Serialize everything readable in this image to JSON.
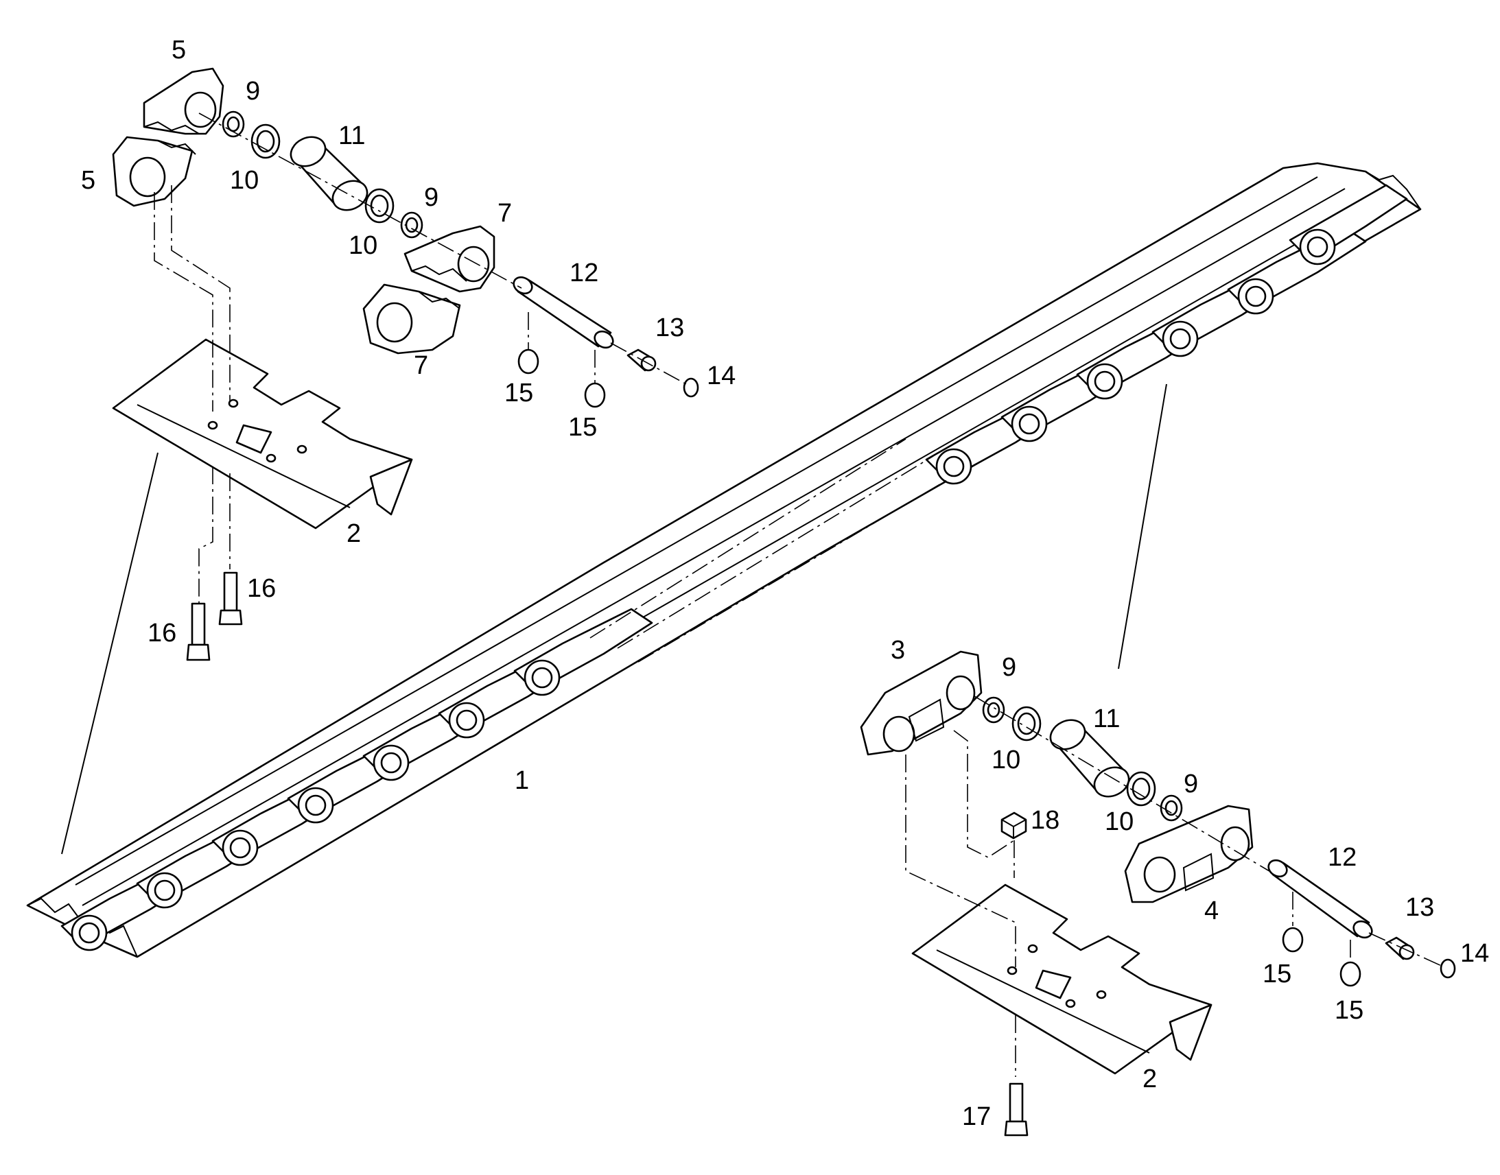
{
  "labels": {
    "l1": "1",
    "l2a": "2",
    "l2b": "2",
    "l3": "3",
    "l4": "4",
    "l5a": "5",
    "l5b": "5",
    "l7a": "7",
    "l7b": "7",
    "l9a": "9",
    "l9b": "9",
    "l9c": "9",
    "l9d": "9",
    "l10a": "10",
    "l10b": "10",
    "l10c": "10",
    "l10d": "10",
    "l11a": "11",
    "l11b": "11",
    "l12a": "12",
    "l12b": "12",
    "l13a": "13",
    "l13b": "13",
    "l14a": "14",
    "l14b": "14",
    "l15a": "15",
    "l15b": "15",
    "l15c": "15",
    "l15d": "15",
    "l16a": "16",
    "l16b": "16",
    "l17": "17",
    "l18": "18"
  }
}
